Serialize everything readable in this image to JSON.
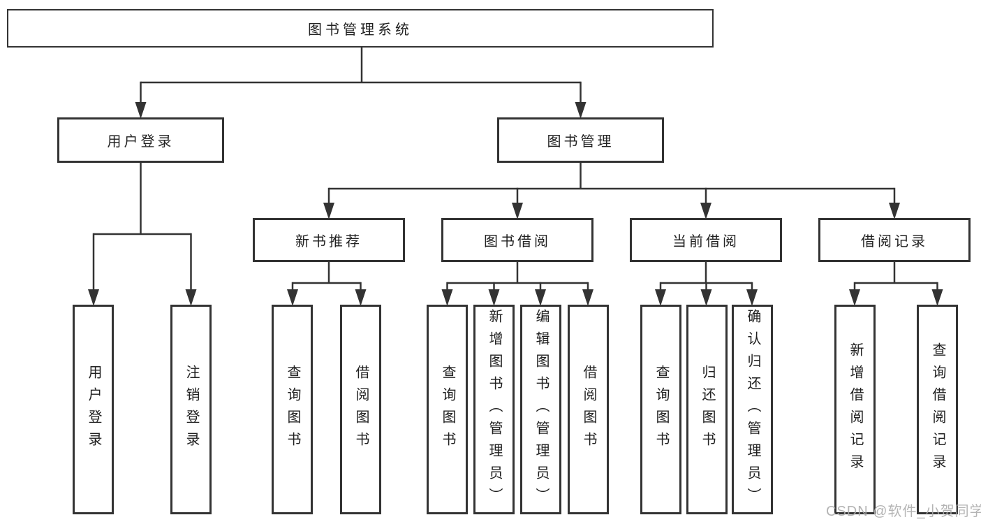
{
  "diagram": {
    "root": {
      "label": "图书管理系统"
    },
    "level2_nodes": [
      {
        "label": "用户登录"
      },
      {
        "label": "图书管理"
      }
    ],
    "level3_nodes": [
      {
        "label": "新书推荐",
        "parent": "图书管理"
      },
      {
        "label": "图书借阅",
        "parent": "图书管理"
      },
      {
        "label": "当前借阅",
        "parent": "图书管理"
      },
      {
        "label": "借阅记录",
        "parent": "图书管理"
      }
    ],
    "leaf_nodes": [
      {
        "label": "用户登录",
        "parent": "用户登录"
      },
      {
        "label": "注销登录",
        "parent": "用户登录"
      },
      {
        "label": "查询图书",
        "parent": "新书推荐"
      },
      {
        "label": "借阅图书",
        "parent": "新书推荐"
      },
      {
        "label": "查询图书",
        "parent": "图书借阅"
      },
      {
        "label": "新增图书（管理员）",
        "parent": "图书借阅"
      },
      {
        "label": "编辑图书（管理员）",
        "parent": "图书借阅"
      },
      {
        "label": "借阅图书",
        "parent": "图书借阅"
      },
      {
        "label": "查询图书",
        "parent": "当前借阅"
      },
      {
        "label": "归还图书",
        "parent": "当前借阅"
      },
      {
        "label": "确认归还（管理员）",
        "parent": "当前借阅"
      },
      {
        "label": "新增借阅记录",
        "parent": "借阅记录"
      },
      {
        "label": "查询借阅记录",
        "parent": "借阅记录"
      }
    ],
    "watermark": "CSDN @软件_小贺同学",
    "colors": {
      "line": "#333333",
      "text": "#212121",
      "background": "#ffffff",
      "watermark": "#acacac"
    }
  }
}
